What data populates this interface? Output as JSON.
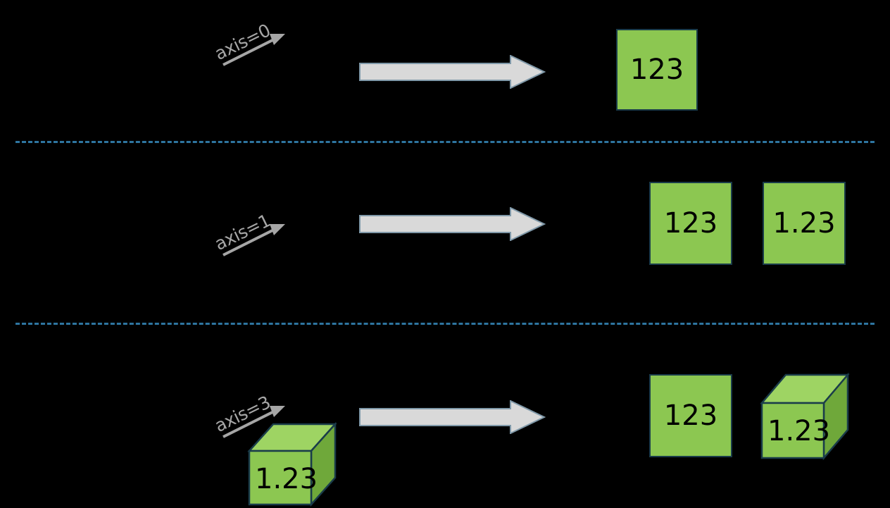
{
  "diagram": {
    "title": "Broadcasting / axis expansion diagram",
    "background_color": "#000000",
    "colors": {
      "box_fill": "#8cc751",
      "box_stroke": "#1a3c4a",
      "cube_top_fill": "#9ed463",
      "cube_side_fill": "#6fa83a",
      "arrow_fill": "#d9d9d9",
      "arrow_stroke": "#7f98a8",
      "axis_arrow": "#a6a6a6",
      "divider": "#2e75a0",
      "text": "#000000"
    },
    "rows": [
      {
        "id": "row-0",
        "axis_label": "axis=0",
        "left_shapes": [],
        "arrow": "transform-arrow",
        "right_shapes": [
          {
            "kind": "square",
            "value": "123"
          }
        ]
      },
      {
        "id": "row-1",
        "axis_label": "axis=1",
        "left_shapes": [],
        "arrow": "transform-arrow",
        "right_shapes": [
          {
            "kind": "square",
            "value": "123"
          },
          {
            "kind": "square",
            "value": "1.23"
          }
        ]
      },
      {
        "id": "row-2",
        "axis_label": "axis=3",
        "left_shapes": [
          {
            "kind": "cube",
            "value": "1.23"
          }
        ],
        "arrow": "transform-arrow",
        "right_shapes": [
          {
            "kind": "square",
            "value": "123"
          },
          {
            "kind": "cube",
            "value": "1.23"
          }
        ]
      }
    ],
    "dividers": [
      "divider-1",
      "divider-2"
    ]
  }
}
